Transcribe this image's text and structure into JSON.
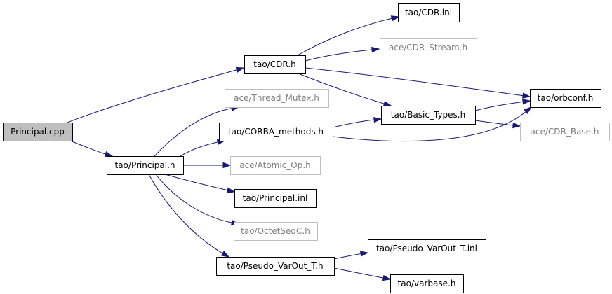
{
  "diagram": {
    "nodes": [
      {
        "id": "principal_cpp",
        "label": "Principal.cpp",
        "style": "root"
      },
      {
        "id": "tao_cdr_h",
        "label": "tao/CDR.h",
        "style": "normal"
      },
      {
        "id": "tao_principal_h",
        "label": "tao/Principal.h",
        "style": "normal"
      },
      {
        "id": "tao_cdr_inl",
        "label": "tao/CDR.inl",
        "style": "normal"
      },
      {
        "id": "ace_cdr_stream_h",
        "label": "ace/CDR_Stream.h",
        "style": "dim"
      },
      {
        "id": "tao_orbconf_h",
        "label": "tao/orbconf.h",
        "style": "normal"
      },
      {
        "id": "tao_basic_types_h",
        "label": "tao/Basic_Types.h",
        "style": "normal"
      },
      {
        "id": "ace_thread_mutex_h",
        "label": "ace/Thread_Mutex.h",
        "style": "dim"
      },
      {
        "id": "tao_corba_methods_h",
        "label": "tao/CORBA_methods.h",
        "style": "normal"
      },
      {
        "id": "ace_cdr_base_h",
        "label": "ace/CDR_Base.h",
        "style": "dim"
      },
      {
        "id": "ace_atomic_op_h",
        "label": "ace/Atomic_Op.h",
        "style": "dim"
      },
      {
        "id": "tao_principal_inl",
        "label": "tao/Principal.inl",
        "style": "normal"
      },
      {
        "id": "tao_octetseqc_h",
        "label": "tao/OctetSeqC.h",
        "style": "dim"
      },
      {
        "id": "tao_pseudo_varout_t_h",
        "label": "tao/Pseudo_VarOut_T.h",
        "style": "normal"
      },
      {
        "id": "tao_pseudo_varout_t_inl",
        "label": "tao/Pseudo_VarOut_T.inl",
        "style": "normal"
      },
      {
        "id": "tao_varbase_h",
        "label": "tao/varbase.h",
        "style": "normal"
      }
    ],
    "edges": [
      {
        "from": "principal_cpp",
        "to": "tao_cdr_h"
      },
      {
        "from": "principal_cpp",
        "to": "tao_principal_h"
      },
      {
        "from": "tao_cdr_h",
        "to": "tao_cdr_inl"
      },
      {
        "from": "tao_cdr_h",
        "to": "ace_cdr_stream_h"
      },
      {
        "from": "tao_cdr_h",
        "to": "tao_orbconf_h"
      },
      {
        "from": "tao_cdr_h",
        "to": "tao_basic_types_h"
      },
      {
        "from": "tao_principal_h",
        "to": "ace_thread_mutex_h"
      },
      {
        "from": "tao_principal_h",
        "to": "tao_corba_methods_h"
      },
      {
        "from": "tao_principal_h",
        "to": "ace_atomic_op_h"
      },
      {
        "from": "tao_principal_h",
        "to": "tao_principal_inl"
      },
      {
        "from": "tao_principal_h",
        "to": "tao_octetseqc_h"
      },
      {
        "from": "tao_principal_h",
        "to": "tao_pseudo_varout_t_h"
      },
      {
        "from": "tao_corba_methods_h",
        "to": "tao_basic_types_h"
      },
      {
        "from": "tao_corba_methods_h",
        "to": "tao_orbconf_h"
      },
      {
        "from": "tao_basic_types_h",
        "to": "tao_orbconf_h"
      },
      {
        "from": "tao_basic_types_h",
        "to": "ace_cdr_base_h"
      },
      {
        "from": "tao_pseudo_varout_t_h",
        "to": "tao_pseudo_varout_t_inl"
      },
      {
        "from": "tao_pseudo_varout_t_h",
        "to": "tao_varbase_h"
      }
    ],
    "colors": {
      "edge": "#191970",
      "node_border": "#000000",
      "dim_border": "#bfbfbf",
      "dim_text": "#7f7f7f",
      "root_fill": "#bfbfbf",
      "background": "#ffffff"
    }
  }
}
